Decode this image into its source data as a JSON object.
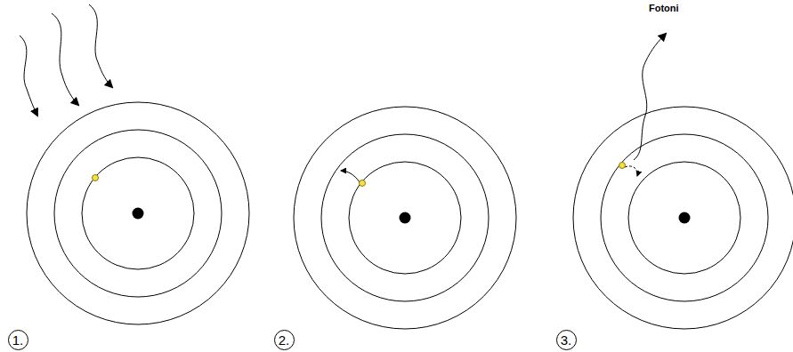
{
  "diagram": {
    "nodes": [
      {
        "text": [
          "1."
        ]
      },
      {
        "text": [
          "2."
        ]
      },
      {
        "text": [
          "3."
        ]
      }
    ],
    "labels": [
      "Fotoni"
    ]
  }
}
